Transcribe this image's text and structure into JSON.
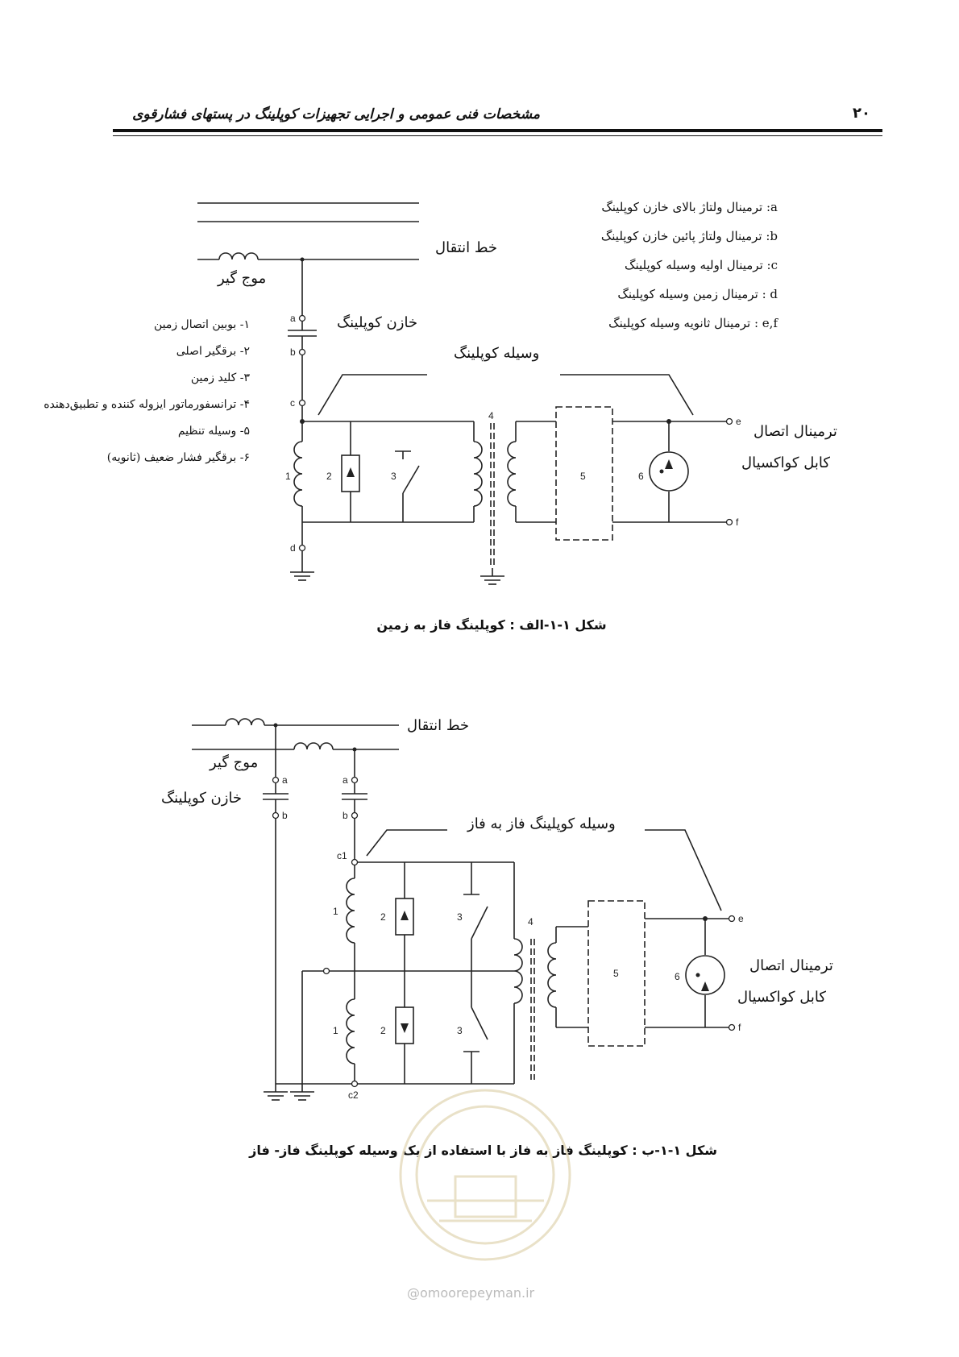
{
  "header": {
    "page_number": "۲۰",
    "title": "مشخصات فنی عمومی و اجرایی تجهیزات کوپلینگ در پستهای فشارقوی"
  },
  "figure_a": {
    "line_label": "خط انتقال",
    "wave_trap_label": "موج گیر",
    "capacitor_label": "خازن کوپلینگ",
    "device_label": "وسیله کوپلینگ",
    "coax_label_1": "ترمینال اتصال",
    "coax_label_2": "کابل کواکسیال",
    "terminals": {
      "a": "a",
      "b": "b",
      "c": "c",
      "d": "d",
      "e": "e",
      "f": "f"
    },
    "numbers": {
      "n1": "1",
      "n2": "2",
      "n3": "3",
      "n4": "4",
      "n5": "5",
      "n6": "6"
    },
    "legend_terminals": [
      "a: ترمینال ولتاژ بالای خازن کوپلینگ",
      "b: ترمینال ولتاژ پائین خازن کوپلینگ",
      "c: ترمینال اولیه وسیله کوپلینگ",
      "d : ترمینال زمین وسیله کوپلینگ",
      "e,f : ترمینال ثانویه وسیله کوپلینگ"
    ],
    "legend_components": [
      "۱- بوبین اتصال زمین",
      "۲- برقگیر اصلی",
      "۳- کلید زمین",
      "۴- ترانسفورماتور ایزوله کننده و تطبیق‌دهنده",
      "۵- وسیله تنظیم",
      "۶- برقگیر فشار ضعیف (ثانویه)"
    ],
    "caption": "شکل ۱-۱-الف : کوپلینگ فاز به زمین"
  },
  "figure_b": {
    "line_label": "خط انتقال",
    "wave_trap_label": "موج گیر",
    "capacitor_label": "خازن کوپلینگ",
    "device_label": "وسیله کوپلینگ فاز به فاز",
    "coax_label_1": "ترمینال اتصال",
    "coax_label_2": "کابل کواکسیال",
    "terminals": {
      "a": "a",
      "b": "b",
      "c1": "c1",
      "c2": "c2",
      "e": "e",
      "f": "f"
    },
    "numbers": {
      "n1": "1",
      "n2": "2",
      "n3": "3",
      "n4": "4",
      "n5": "5",
      "n6": "6"
    },
    "caption": "شکل ۱-۱-ب : کوپلینگ فاز به فاز با استفاده از یک وسیله کوپلینگ فاز- فاز"
  },
  "watermark": {
    "site": "@omoorepeyman.ir"
  }
}
